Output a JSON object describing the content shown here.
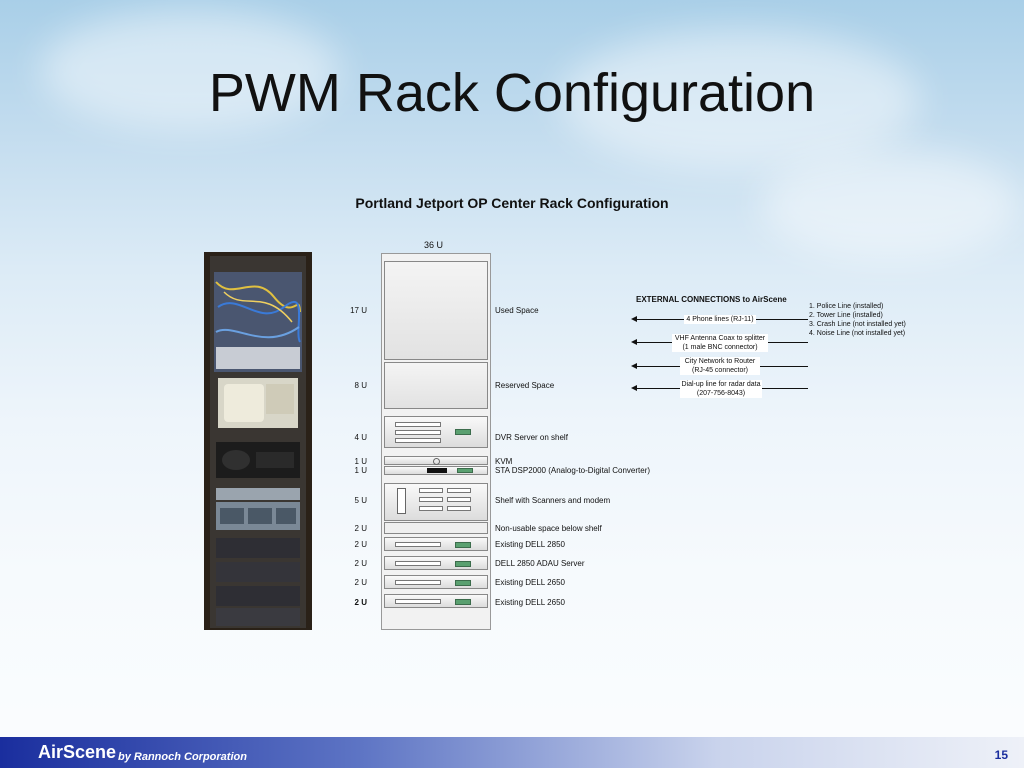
{
  "slide": {
    "title": "PWM Rack Configuration",
    "subtitle": "Portland Jetport OP Center Rack Configuration",
    "page_number": "15"
  },
  "rack": {
    "total_label": "36 U",
    "rows": [
      {
        "units": "17 U",
        "description": "Used Space"
      },
      {
        "units": "8 U",
        "description": "Reserved Space"
      },
      {
        "units": "4 U",
        "description": "DVR Server on shelf"
      },
      {
        "units": "1 U",
        "description": "KVM"
      },
      {
        "units": "1 U",
        "description": "STA DSP2000 (Analog-to-Digital Converter)"
      },
      {
        "units": "5 U",
        "description": "Shelf with Scanners and modem"
      },
      {
        "units": "2 U",
        "description": "Non-usable space below shelf"
      },
      {
        "units": "2 U",
        "description": "Existing DELL 2850"
      },
      {
        "units": "2 U",
        "description": "DELL 2850 ADAU Server"
      },
      {
        "units": "2 U",
        "description": "Existing DELL 2650"
      },
      {
        "units": "2 U",
        "description": "Existing DELL 2650"
      }
    ]
  },
  "external": {
    "title": "EXTERNAL CONNECTIONS to AirScene",
    "connections": [
      {
        "line1": "4 Phone lines (RJ-11)",
        "line2": ""
      },
      {
        "line1": "VHF Antenna Coax to splitter",
        "line2": "(1 male BNC connector)"
      },
      {
        "line1": "City Network to Router",
        "line2": "(RJ-45 connector)"
      },
      {
        "line1": "Dial-up line for radar data",
        "line2": "(207-756-8043)"
      }
    ],
    "phone_lines": [
      "1. Police Line (installed)",
      "2. Tower Line (installed)",
      "3. Crash Line (not installed yet)",
      "4. Noise Line (not installed yet)"
    ]
  },
  "footer": {
    "brand": "AirScene",
    "byline": "by Rannoch Corporation"
  },
  "colors": {
    "footer_brand_blue": "#1a2e9e",
    "led_green": "#5aa070"
  }
}
